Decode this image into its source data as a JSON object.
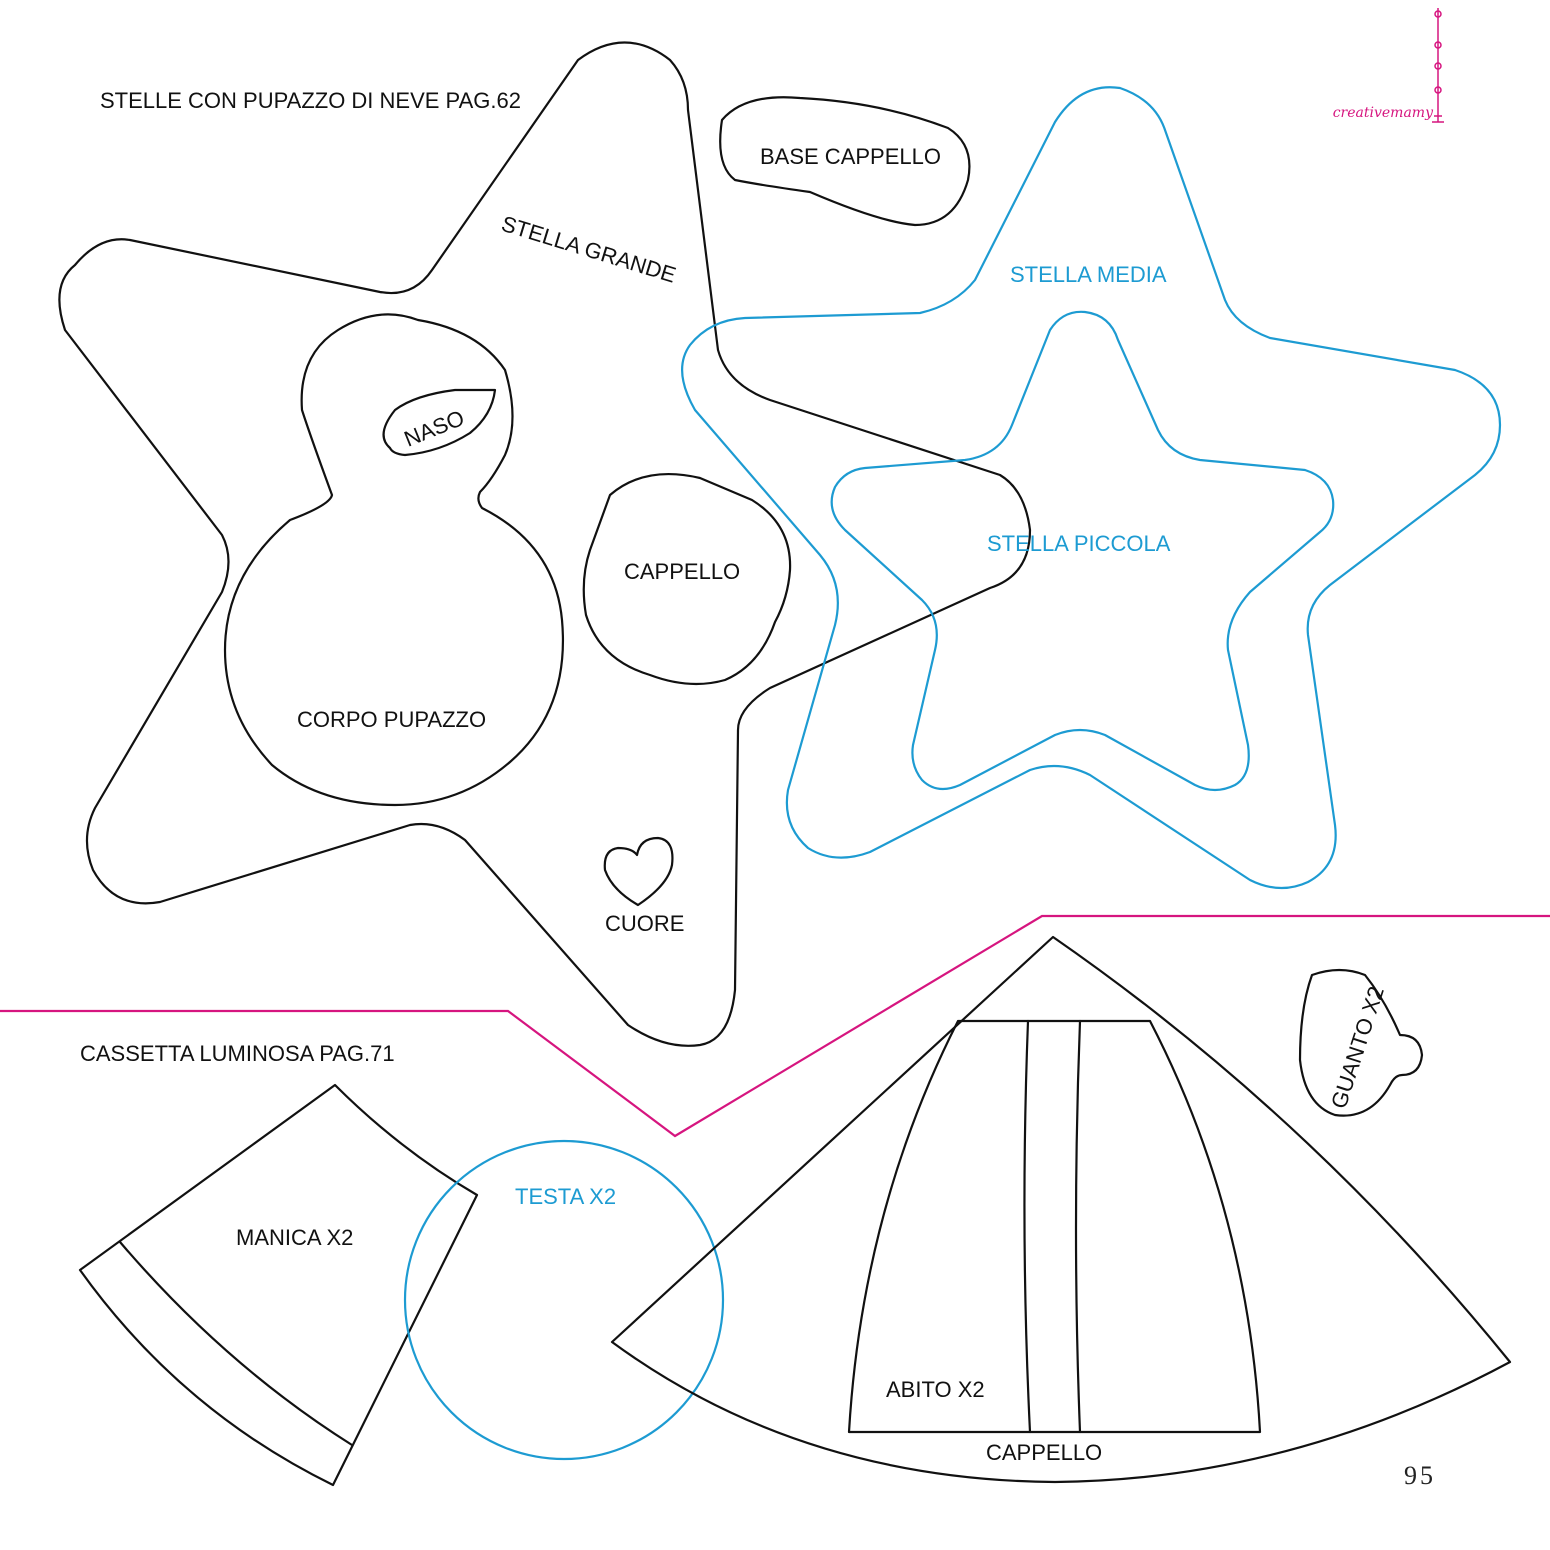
{
  "headings": {
    "section_stars": "STELLE CON PUPAZZO DI NEVE PAG.62",
    "section_box": "CASSETTA LUMINOSA PAG.71"
  },
  "labels": {
    "stella_grande": "STELLA GRANDE",
    "base_cappello": "BASE CAPPELLO",
    "stella_media": "STELLA MEDIA",
    "stella_piccola": "STELLA PICCOLA",
    "naso": "NASO",
    "cappello_small": "CAPPELLO",
    "corpo_pupazzo": "CORPO PUPAZZO",
    "cuore": "CUORE",
    "guanto": "GUANTO X2",
    "manica": "MANICA X2",
    "testa": "TESTA X2",
    "abito": "ABITO X2",
    "cappello_large": "CAPPELLO"
  },
  "brand": "creativemamy",
  "page_number": "95",
  "colors": {
    "outline": "#111111",
    "blue_outline": "#1d9bd2",
    "accent_magenta": "#d6157f"
  }
}
